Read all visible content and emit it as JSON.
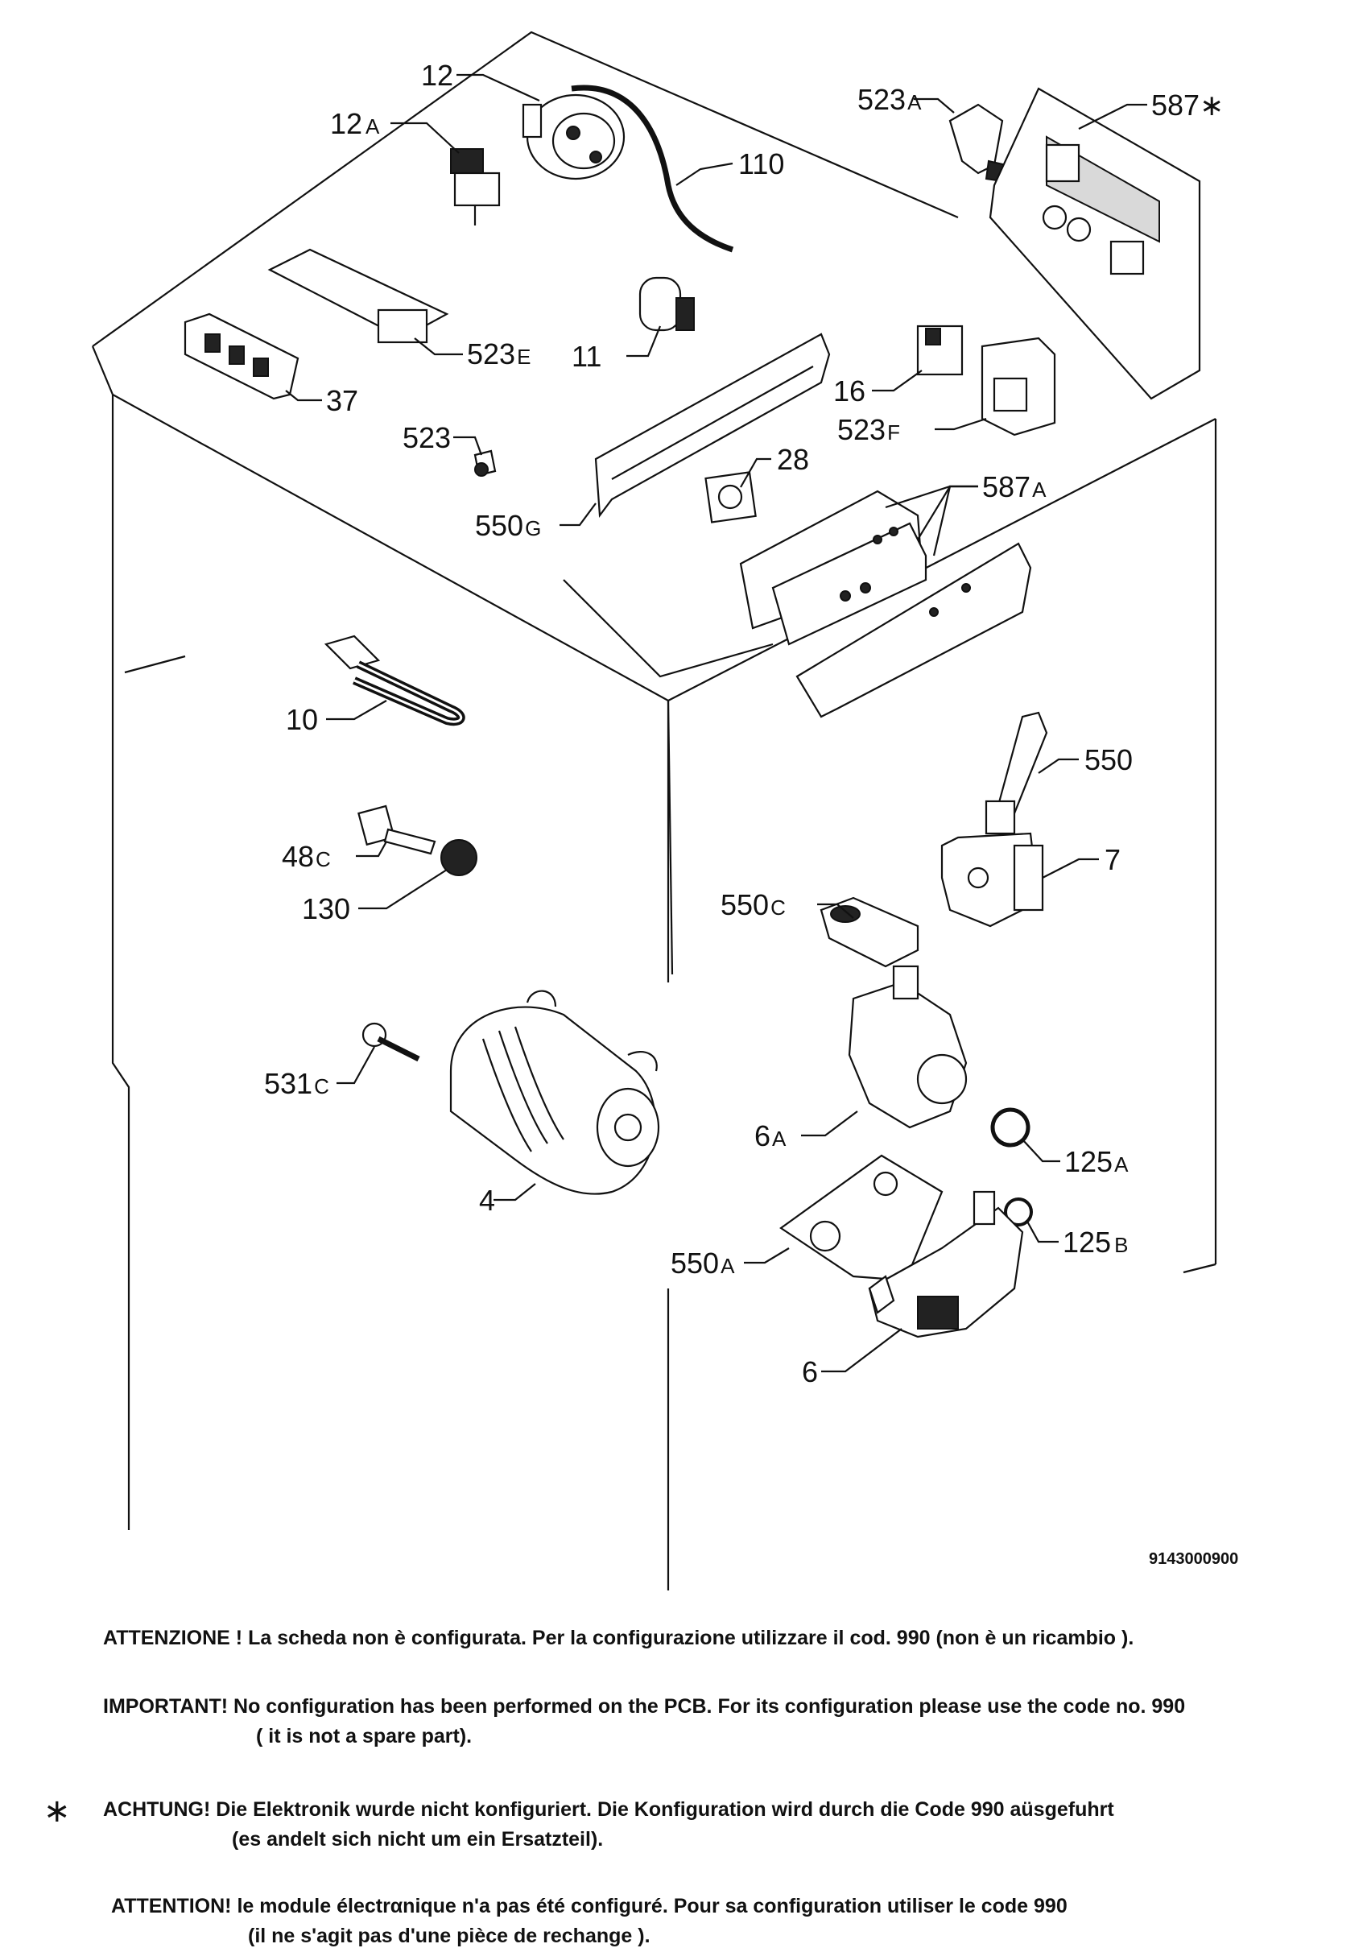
{
  "drawing_number": "9143000900",
  "parts": {
    "p12": "12",
    "p12a": "12",
    "p12a_suffix": "A",
    "p110": "110",
    "p523a": "523",
    "p523a_suffix": "A",
    "p587star": "587∗",
    "p523e": "523",
    "p523e_suffix": "E",
    "p11": "11",
    "p37": "37",
    "p16": "16",
    "p523f": "523",
    "p523f_suffix": "F",
    "p523": "523",
    "p28": "28",
    "p587a": "587",
    "p587a_suffix": "A",
    "p550g": "550",
    "p550g_suffix": "G",
    "p10": "10",
    "p550": "550",
    "p48c": "48",
    "p48c_suffix": "C",
    "p7": "7",
    "p130": "130",
    "p550c": "550",
    "p550c_suffix": "C",
    "p531c": "531",
    "p531c_suffix": "C",
    "p6a": "6",
    "p6a_suffix": "A",
    "p125a": "125",
    "p125a_suffix": "A",
    "p4": "4",
    "p125b": "125",
    "p125b_suffix": "B",
    "p550a": "550",
    "p550a_suffix": "A",
    "p6": "6"
  },
  "notes": {
    "it_line1": "ATTENZIONE ! La scheda non è  configurata. Per la configurazione utilizzare il cod. 990 (non è un ricambio ).",
    "en_line1": "IMPORTANT! No configuration has been performed on the PCB. For its configuration please use the code no. 990",
    "en_line2": "( it is not a spare part).",
    "asterisk": "∗",
    "de_line1": "ACHTUNG! Die Elektronik wurde nicht konfiguriert. Die Konfiguration wird durch die Code 990 aüsgefuhrt",
    "de_line2": "(es andelt sich nicht um ein Ersatzteil).",
    "fr_line1": "ATTENTION! le module électrαnique n'a pas été configuré. Pour  sa configuration utiliser le code 990",
    "fr_line2": "(il ne s'agit pas d'une pièce de rechange )."
  }
}
